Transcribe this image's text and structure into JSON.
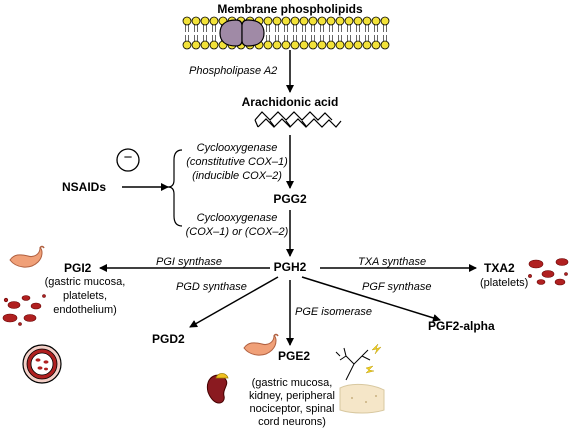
{
  "nodes": {
    "membrane": "Membrane phospholipids",
    "arachidonic": "Arachidonic acid",
    "nsaids": "NSAIDs",
    "pgg2": "PGG2",
    "pgh2": "PGH2",
    "pgi2": "PGI2",
    "txa2": "TXA2",
    "pgd2": "PGD2",
    "pge2": "PGE2",
    "pgf2a": "PGF2-alpha"
  },
  "enzymes": {
    "phospholipase": "Phospholipase A2",
    "cox1_title": "Cyclooxygenase",
    "cox1_line2": "(constitutive COX–1)",
    "cox1_line3": "(inducible COX–2)",
    "cox2_title": "Cyclooxygenase",
    "cox2_line2": "(COX–1) or (COX–2)",
    "pgi_synthase": "PGI synthase",
    "txa_synthase": "TXA synthase",
    "pgd_synthase": "PGD synthase",
    "pgf_synthase": "PGF synthase",
    "pge_isomerase": "PGE isomerase"
  },
  "sites": {
    "pgi2": [
      "(gastric mucosa,",
      "platelets,",
      "endothelium)"
    ],
    "txa2": [
      "(platelets)"
    ],
    "pge2": [
      "(gastric mucosa,",
      "kidney, peripheral",
      "nociceptor, spinal",
      "cord neurons)"
    ]
  },
  "inhibition_symbol": "−",
  "colors": {
    "phospholipid_head": "#f2e23a",
    "protein": "#a08aa6",
    "stomach": "#f0a078",
    "platelet": "#b02020",
    "kidney": "#8a1a20",
    "adrenal": "#f0c020",
    "skin": "#f5e6c8",
    "nerve_spark": "#f0d020"
  }
}
